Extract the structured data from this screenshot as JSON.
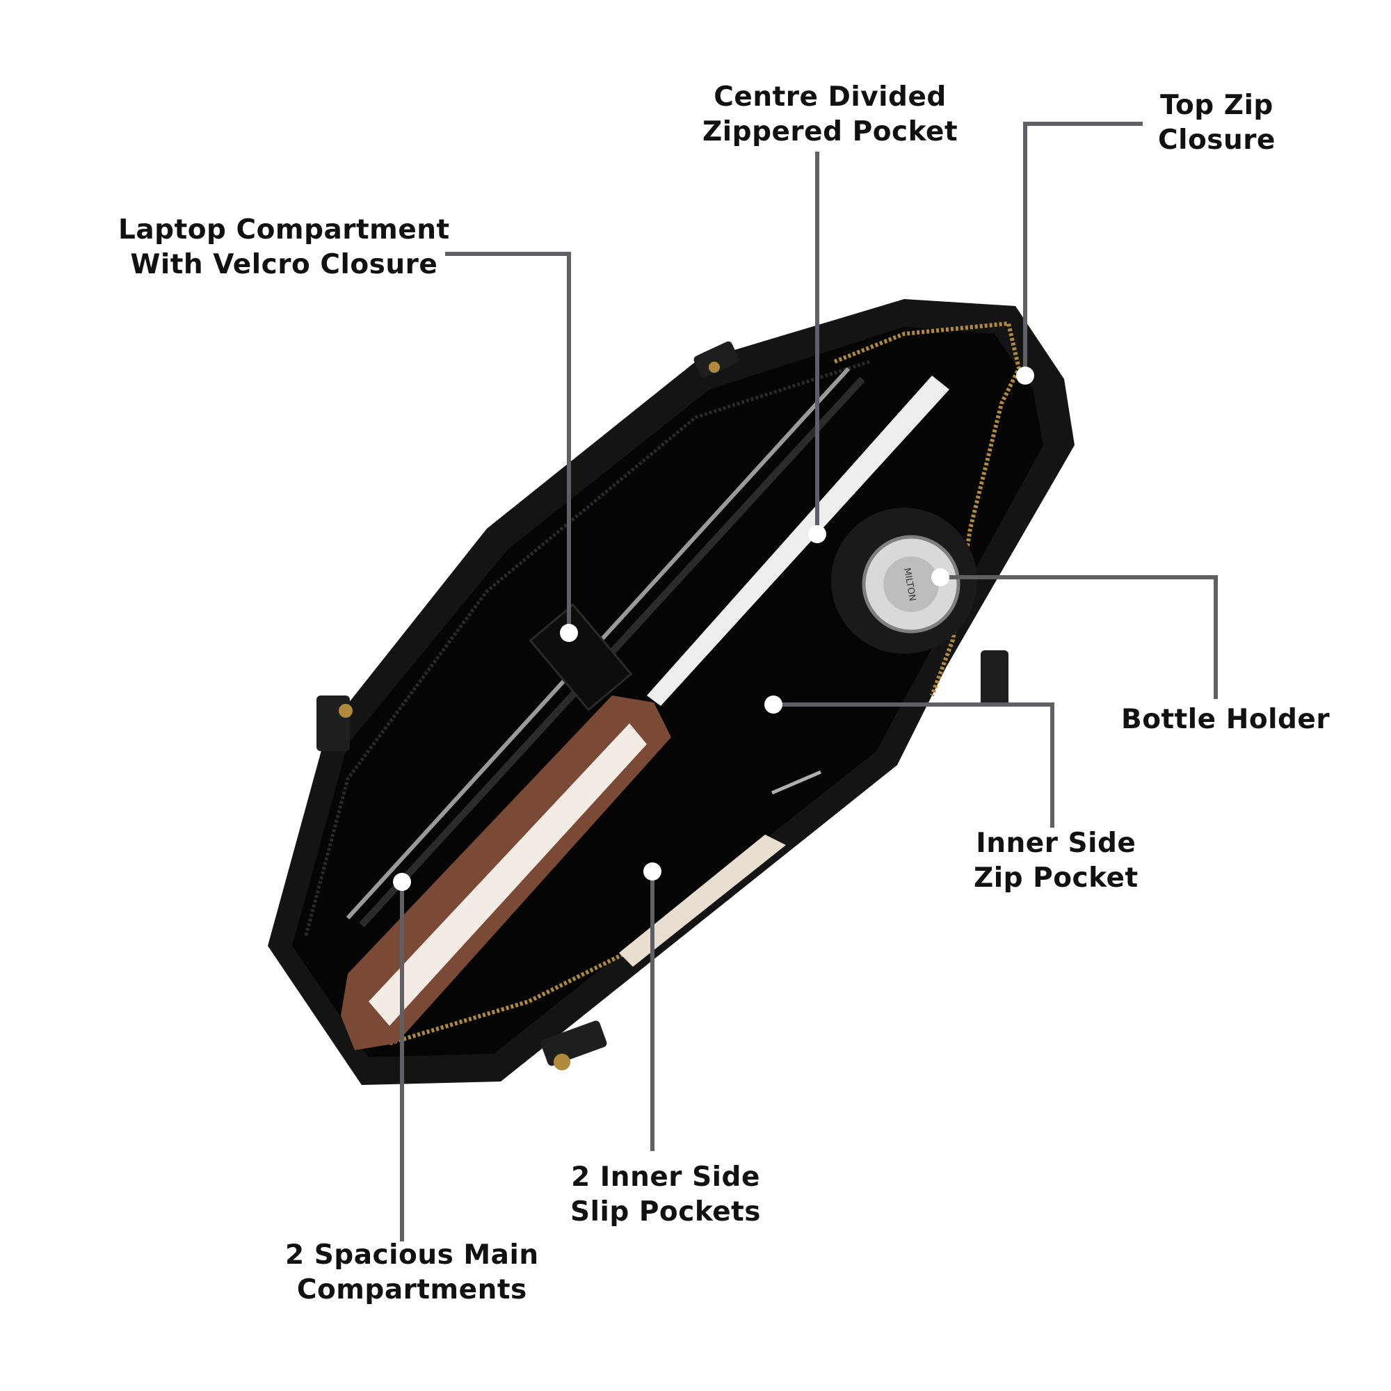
{
  "colors": {
    "background": "#ffffff",
    "leader_line": "#5f5f64",
    "callout_dot": "#ffffff",
    "label_text": "#111111",
    "bag_body": "#141414",
    "bag_lining": "#050505",
    "zipper_gold": "#b08a3a",
    "notebook_brown": "#7a4a36",
    "paper": "#f2ece4",
    "bottle_cap": "#d9d9d9"
  },
  "callouts": [
    {
      "id": "laptop",
      "lines": [
        "Laptop Compartment",
        "With Velcro Closure"
      ]
    },
    {
      "id": "centre",
      "lines": [
        "Centre Divided",
        "Zippered Pocket"
      ]
    },
    {
      "id": "topzip",
      "lines": [
        "Top Zip",
        "Closure"
      ]
    },
    {
      "id": "bottle",
      "lines": [
        "Bottle Holder"
      ]
    },
    {
      "id": "innerzip",
      "lines": [
        "Inner Side",
        "Zip Pocket"
      ]
    },
    {
      "id": "slip",
      "lines": [
        "2 Inner Side",
        "Slip Pockets"
      ]
    },
    {
      "id": "main",
      "lines": [
        "2 Spacious Main",
        "Compartments"
      ]
    }
  ],
  "bottle_brand": "MILTON"
}
